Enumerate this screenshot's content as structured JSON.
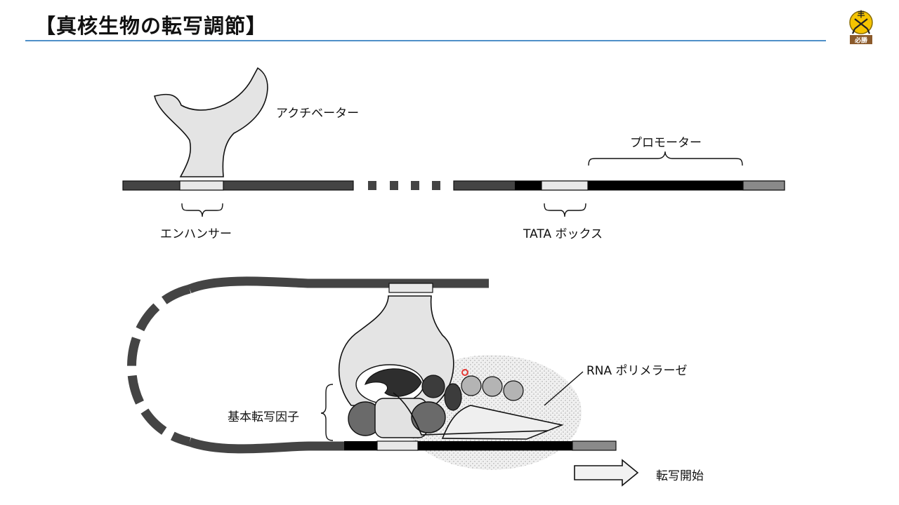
{
  "title": "【真核生物の転写調節】",
  "logo": {
    "top_char": "丰",
    "bottom_text": "必勝"
  },
  "labels": {
    "activator": "アクチベーター",
    "promoter": "プロモーター",
    "enhancer": "エンハンサー",
    "tata_box": "TATA ボックス",
    "rna_polymerase": "RNA ポリメラーゼ",
    "general_factors": "基本転写因子",
    "transcription_start": "転写開始"
  },
  "colors": {
    "accent_rule": "#4f8fc8",
    "pointer": "#e53935"
  }
}
